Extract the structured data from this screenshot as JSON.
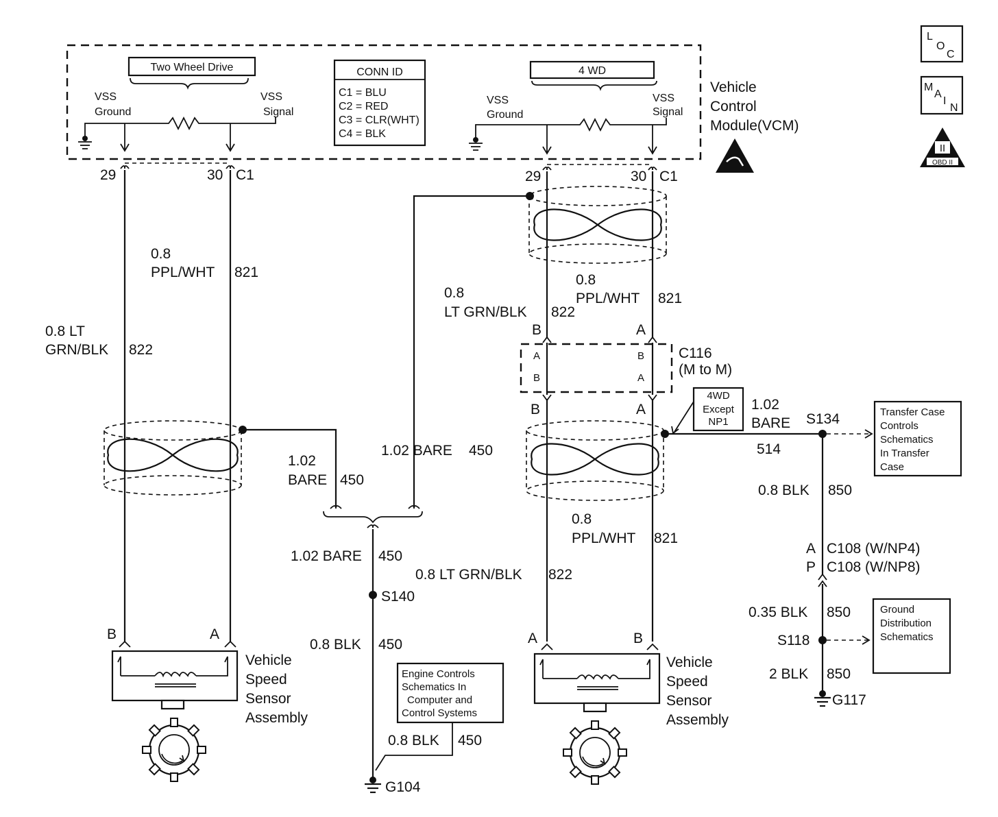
{
  "vcm": {
    "label_lines": [
      "Vehicle",
      "Control",
      "Module(VCM)"
    ],
    "two_wd_title": "Two Wheel Drive",
    "four_wd_title": "4 WD",
    "vss_ground_lines": [
      "VSS",
      "Ground"
    ],
    "vss_signal_lines": [
      "VSS",
      "Signal"
    ],
    "conn_id": {
      "title": "CONN ID",
      "items": [
        "C1 = BLU",
        "C2 = RED",
        "C3 = CLR(WHT)",
        "C4 = BLK"
      ]
    },
    "pins": {
      "left_a": "29",
      "left_b": "30",
      "right_a": "29",
      "right_b": "30",
      "connector": "C1"
    }
  },
  "icons": {
    "loc": [
      "L",
      "O",
      "C"
    ],
    "main": [
      "M",
      "A",
      "I",
      "N"
    ],
    "obd": {
      "numeral": "II",
      "text": "OBD II"
    }
  },
  "wires": {
    "w1_gauge": "0.8",
    "w1_color": "PPL/WHT",
    "w1_circuit": "821",
    "w2_line1": "0.8 LT",
    "w2_line2": "GRN/BLK",
    "w2_circuit": "822",
    "w3_gauge": "1.02",
    "w3_color": "BARE",
    "w3_circuit": "450",
    "w4_text": "1.02 BARE",
    "w4_circuit": "450",
    "w5_gauge": "0.8",
    "w5_color": "LT GRN/BLK",
    "w5_circuit": "822",
    "w6_gauge": "0.8",
    "w6_color": "PPL/WHT",
    "w6_circuit": "821",
    "w7_text": "1.02 BARE",
    "w7_circuit": "450",
    "w8_text": "0.8 LT GRN/BLK",
    "w8_circuit": "822",
    "w9_gauge": "0.8",
    "w9_color": "PPL/WHT",
    "w9_circuit": "821",
    "w10_text": "0.8 BLK",
    "w10_circuit": "450",
    "w11_text": "0.8 BLK",
    "w11_circuit": "450",
    "w12_gauge": "1.02",
    "w12_color": "BARE",
    "w12_circuit": "514",
    "w13_text": "0.8 BLK",
    "w13_circuit": "850",
    "w14_text": "0.35 BLK",
    "w14_circuit": "850",
    "w15_text": "2 BLK",
    "w15_circuit": "850"
  },
  "connectors": {
    "c116_name": "C116",
    "c116_sub": "(M to M)",
    "pin_b": "B",
    "pin_a": "A",
    "c108_a": "C108 (W/NP4)",
    "c108_p": "C108 (W/NP8)",
    "c108_pin_a": "A",
    "c108_pin_p": "P"
  },
  "splices": {
    "s140": "S140",
    "s134": "S134",
    "s118": "S118"
  },
  "grounds": {
    "g104": "G104",
    "g117": "G117"
  },
  "note_4wd": [
    "4WD",
    "Except",
    "NP1"
  ],
  "sensor_label": [
    "Vehicle",
    "Speed",
    "Sensor",
    "Assembly"
  ],
  "boxes": {
    "engine": [
      "Engine Controls",
      "Schematics In",
      "Computer and",
      "Control Systems"
    ],
    "transfer": [
      "Transfer Case",
      "Controls",
      "Schematics",
      "In Transfer",
      "Case"
    ],
    "ground": [
      "Ground",
      "Distribution",
      "Schematics"
    ]
  }
}
